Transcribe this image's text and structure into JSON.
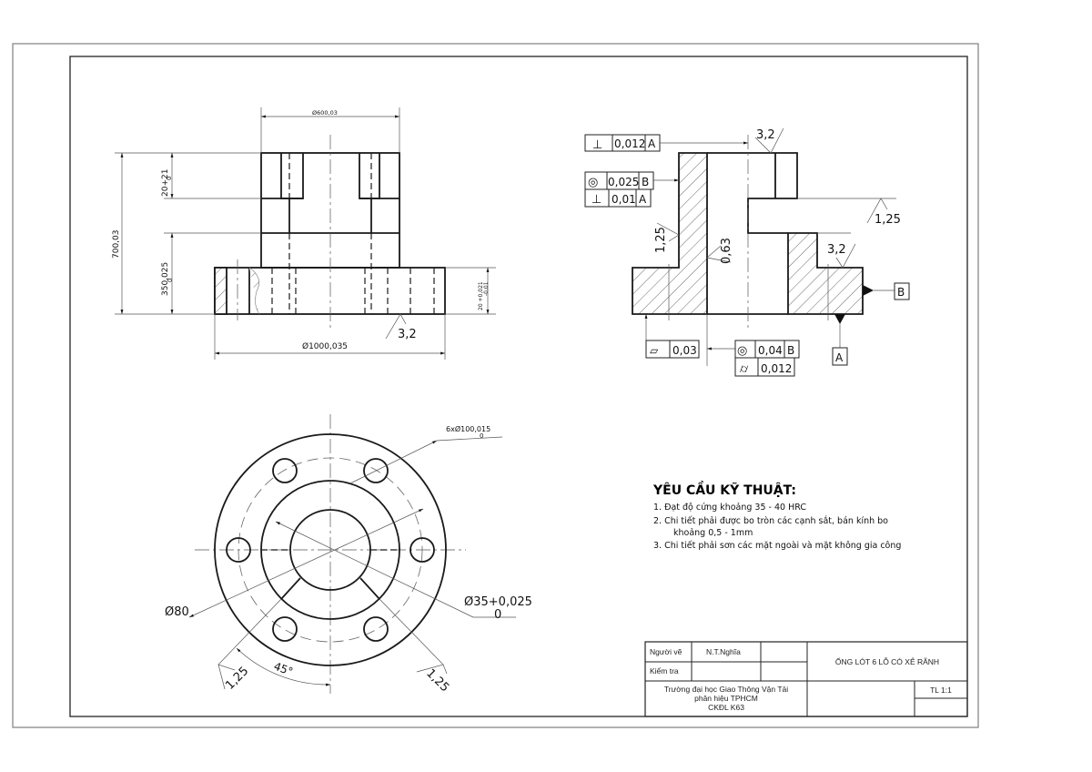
{
  "drawing": {
    "front_view": {
      "dim_top_diameter": "Ø600,03",
      "dim_total_height": "700,03",
      "dim_slot_depth": "20+21",
      "dim_slot_depth_tol": "0",
      "dim_flange_height": "350,025",
      "dim_flange_height_tol": "0",
      "dim_flange_thickness": "20 +0,021",
      "dim_flange_thickness_tol": "-0,01",
      "dim_flange_diameter": "Ø1000,035",
      "roughness_bottom": "3,2"
    },
    "section_view": {
      "fcf_perpendicularity_top": {
        "symbol": "⊥",
        "value": "0,012",
        "datum": "A"
      },
      "fcf_concentricity_outer": {
        "symbol": "◎",
        "value": "0,025",
        "datum": "B"
      },
      "fcf_perpendicularity_outer": {
        "symbol": "⊥",
        "value": "0,01",
        "datum": "A"
      },
      "fcf_flatness": {
        "symbol": "▱",
        "value": "0,03"
      },
      "fcf_concentricity_bore": {
        "symbol": "◎",
        "value": "0,04",
        "datum": "B"
      },
      "fcf_cylindricity_bore": {
        "symbol": "⌭",
        "value": "0,012"
      },
      "roughness_top": "3,2",
      "roughness_slot": "1,25",
      "roughness_outer": "1,25",
      "roughness_bore": "0,63",
      "roughness_flange": "3,2",
      "datum_a": "A",
      "datum_b": "B"
    },
    "top_view": {
      "dim_holes": "6xØ100,015",
      "dim_holes_tol": "0",
      "dim_bolt_circle": "Ø80",
      "dim_bore": "Ø35+0,025",
      "dim_bore_tol": "0",
      "angle": "45°",
      "roughness_left": "1,25",
      "roughness_right": "1,25"
    }
  },
  "requirements": {
    "title": "YÊU CẦU KỸ THUẬT:",
    "items": [
      "1. Đạt độ cứng khoảng 35 - 40 HRC",
      "2. Chi tiết phải được bo tròn các cạnh sắt, bán kính bo",
      "khoảng 0,5 - 1mm",
      "3. Chi tiết phải sơn các mặt ngoài và mặt không gia công"
    ]
  },
  "title_block": {
    "drawn_by_label": "Người vẽ",
    "drawn_by_value": "N.T.Nghĩa",
    "checked_by_label": "Kiểm tra",
    "part_name": "ỐNG LÓT 6 LỖ CÓ XẺ RÃNH",
    "school_line1": "Trường đại học Giao Thông Vận Tải",
    "school_line2": "phân hiệu TPHCM",
    "school_line3": "CKĐL K63",
    "scale": "TL 1:1"
  }
}
